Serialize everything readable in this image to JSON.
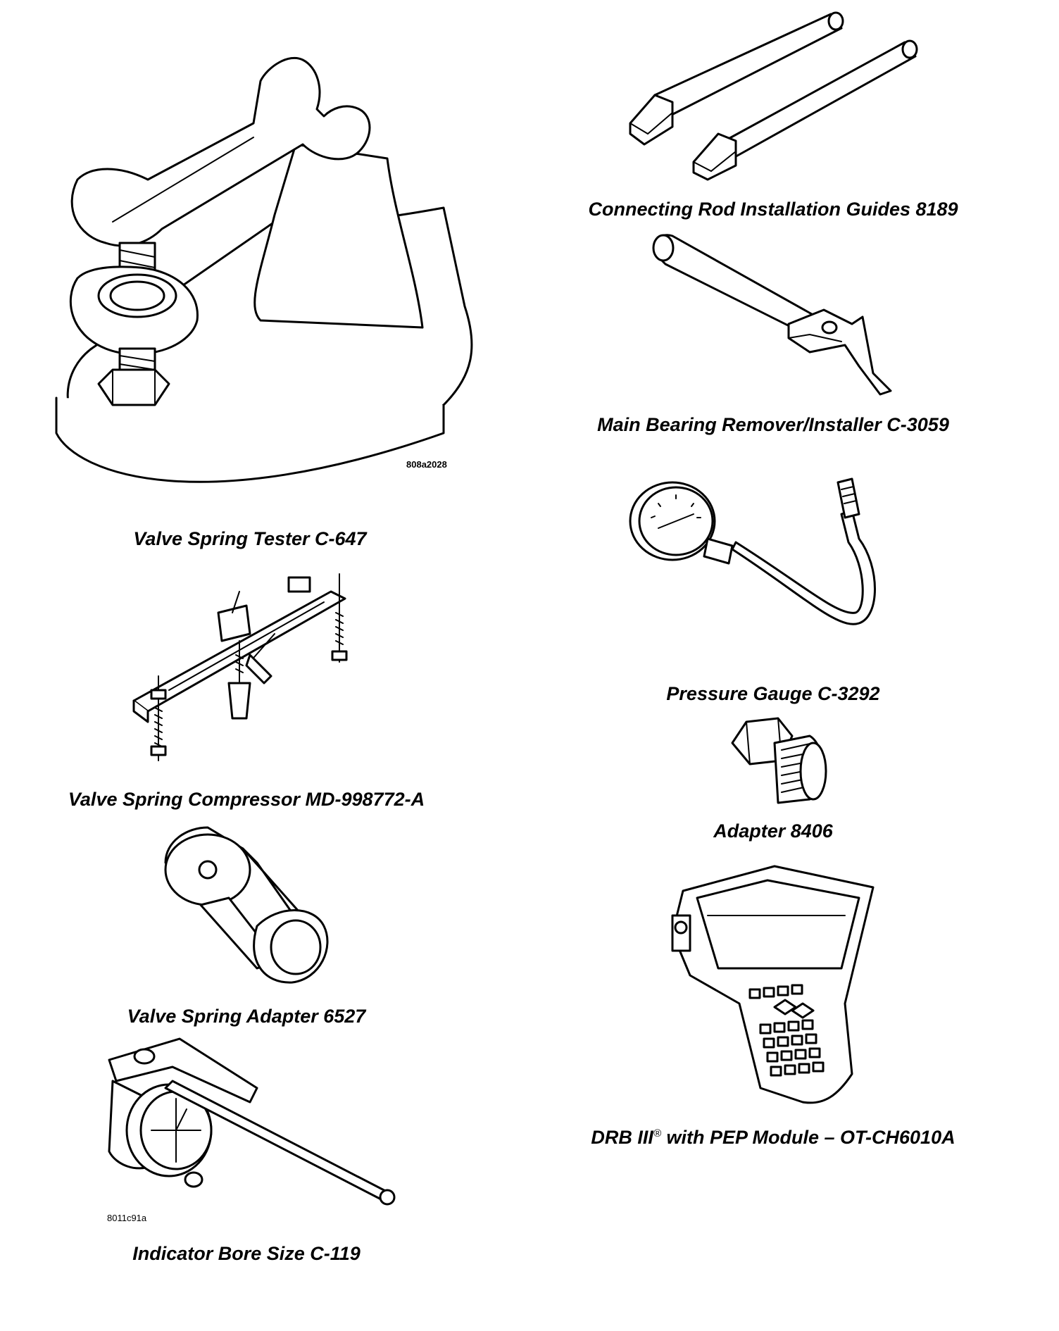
{
  "tools": [
    {
      "name": "Valve Spring Tester C-647",
      "code": "808a2028",
      "icon": "valve-spring-tester-icon"
    },
    {
      "name": "Valve Spring Compressor MD-998772-A",
      "icon": "valve-spring-compressor-icon"
    },
    {
      "name": "Valve Spring Adapter 6527",
      "icon": "valve-spring-adapter-icon"
    },
    {
      "name": "Indicator Bore Size C-119",
      "code": "8011c91a",
      "icon": "bore-indicator-icon"
    },
    {
      "name": "Connecting Rod Installation Guides 8189",
      "icon": "connecting-rod-guides-icon"
    },
    {
      "name": "Main Bearing Remover/Installer C-3059",
      "icon": "main-bearing-tool-icon"
    },
    {
      "name": "Pressure Gauge C-3292",
      "icon": "pressure-gauge-icon"
    },
    {
      "name": "Adapter 8406",
      "icon": "adapter-fitting-icon"
    },
    {
      "name_main": "DRB III",
      "name_mark": "®",
      "name_rest": " with PEP Module – OT-CH6010A",
      "icon": "drb-scan-tool-icon"
    }
  ]
}
